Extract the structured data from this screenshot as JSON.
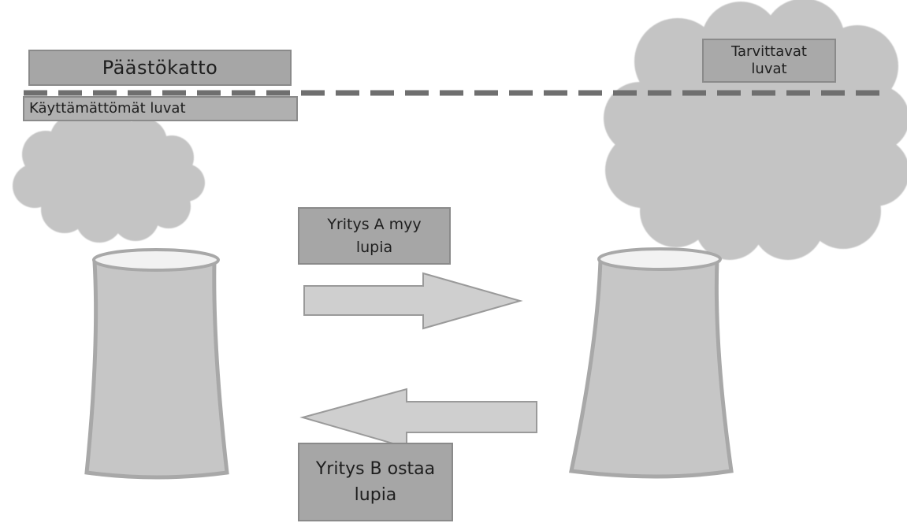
{
  "labels": {
    "emission_cap": "Päästökatto",
    "unused_permits": "Käyttämättömät luvat",
    "needed_permits": "Tarvittavat\nluvat",
    "company_a_sells": "Yritys A myy\nlupia",
    "company_b_buys": "Yritys B ostaa\nlupia"
  },
  "colors": {
    "cloud": "#c4c4c4",
    "tower": "#c6c6c6",
    "tower_outline": "#a8a8a8",
    "arrow": "#cfcfcf",
    "arrow_outline": "#9a9a9a",
    "cap_line": "#6f6f6f",
    "label_box": "#a6a6a6"
  },
  "icons": {
    "left_tower": "cooling-tower-icon",
    "right_tower": "cooling-tower-icon",
    "left_cloud": "small-emission-cloud-icon",
    "right_cloud": "large-emission-cloud-icon",
    "sell_arrow": "right-arrow-icon",
    "buy_arrow": "left-arrow-icon"
  }
}
